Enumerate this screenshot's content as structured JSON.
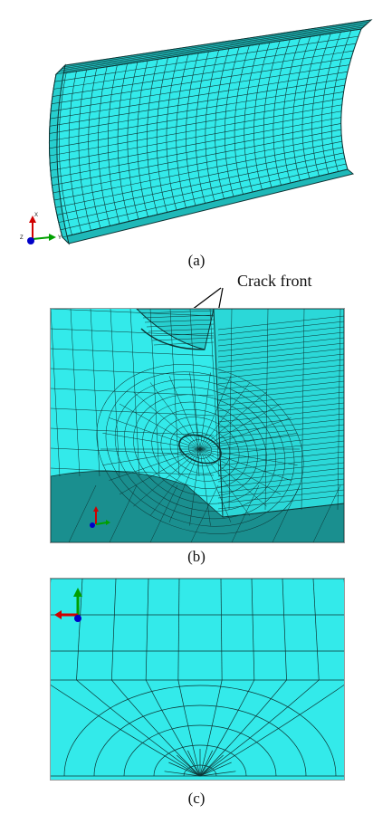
{
  "figure": {
    "panel_a": {
      "caption": "(a)",
      "triad": {
        "x_label": "X",
        "y_label": "Y",
        "z_label": "Z"
      }
    },
    "panel_b": {
      "caption": "(b)",
      "annotation": "Crack front"
    },
    "panel_c": {
      "caption": "(c)"
    }
  },
  "colors": {
    "mesh_fill": "#33eaea",
    "mesh_fill_dark": "#1fb8b8",
    "mesh_line": "#0d3535",
    "axis_x": "#d00000",
    "axis_y": "#00a000",
    "axis_z": "#0000c8"
  }
}
